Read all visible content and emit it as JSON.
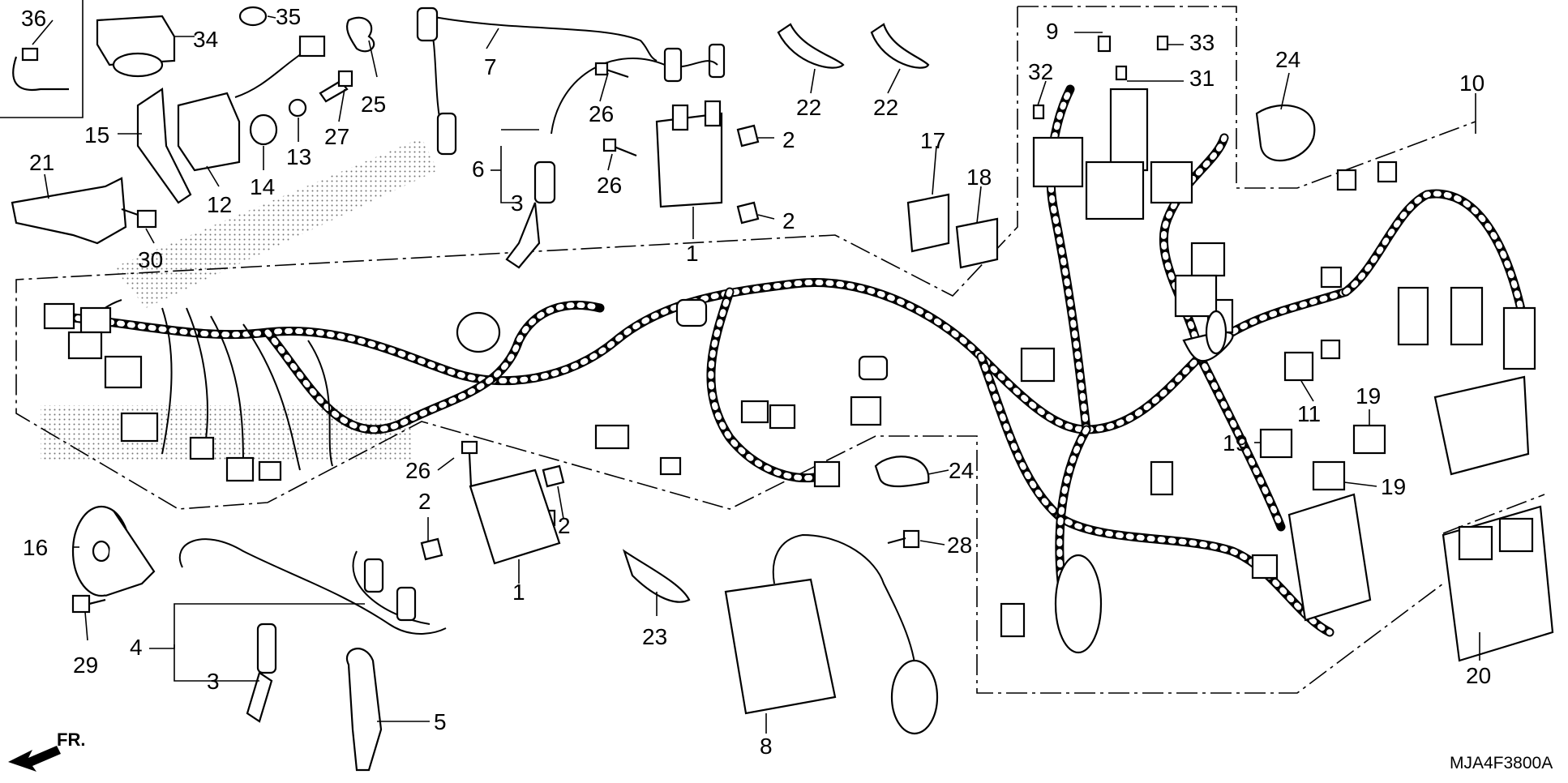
{
  "diagram": {
    "code": "MJA4F3800A",
    "direction_label": "FR.",
    "callouts": [
      {
        "id": "c36",
        "text": "36"
      },
      {
        "id": "c34",
        "text": "34"
      },
      {
        "id": "c35",
        "text": "35"
      },
      {
        "id": "c25",
        "text": "25"
      },
      {
        "id": "c7",
        "text": "7"
      },
      {
        "id": "c27",
        "text": "27"
      },
      {
        "id": "c13",
        "text": "13"
      },
      {
        "id": "c14",
        "text": "14"
      },
      {
        "id": "c12",
        "text": "12"
      },
      {
        "id": "c15",
        "text": "15"
      },
      {
        "id": "c21",
        "text": "21"
      },
      {
        "id": "c30",
        "text": "30"
      },
      {
        "id": "c26a",
        "text": "26"
      },
      {
        "id": "c26b",
        "text": "26"
      },
      {
        "id": "c6",
        "text": "6"
      },
      {
        "id": "c3a",
        "text": "3"
      },
      {
        "id": "c2a",
        "text": "2"
      },
      {
        "id": "c2b",
        "text": "2"
      },
      {
        "id": "c1a",
        "text": "1"
      },
      {
        "id": "c22a",
        "text": "22"
      },
      {
        "id": "c22b",
        "text": "22"
      },
      {
        "id": "c9",
        "text": "9"
      },
      {
        "id": "c33",
        "text": "33"
      },
      {
        "id": "c32",
        "text": "32"
      },
      {
        "id": "c31",
        "text": "31"
      },
      {
        "id": "c17",
        "text": "17"
      },
      {
        "id": "c18",
        "text": "18"
      },
      {
        "id": "c24a",
        "text": "24"
      },
      {
        "id": "c10",
        "text": "10"
      },
      {
        "id": "c11",
        "text": "11"
      },
      {
        "id": "c19a",
        "text": "19"
      },
      {
        "id": "c19b",
        "text": "19"
      },
      {
        "id": "c19c",
        "text": "19"
      },
      {
        "id": "c26c",
        "text": "26"
      },
      {
        "id": "c2c",
        "text": "2"
      },
      {
        "id": "c2d",
        "text": "2"
      },
      {
        "id": "c1b",
        "text": "1"
      },
      {
        "id": "c24b",
        "text": "24"
      },
      {
        "id": "c16",
        "text": "16"
      },
      {
        "id": "c29",
        "text": "29"
      },
      {
        "id": "c4",
        "text": "4"
      },
      {
        "id": "c3b",
        "text": "3"
      },
      {
        "id": "c5",
        "text": "5"
      },
      {
        "id": "c23",
        "text": "23"
      },
      {
        "id": "c28",
        "text": "28"
      },
      {
        "id": "c8",
        "text": "8"
      },
      {
        "id": "c20",
        "text": "20"
      }
    ]
  }
}
